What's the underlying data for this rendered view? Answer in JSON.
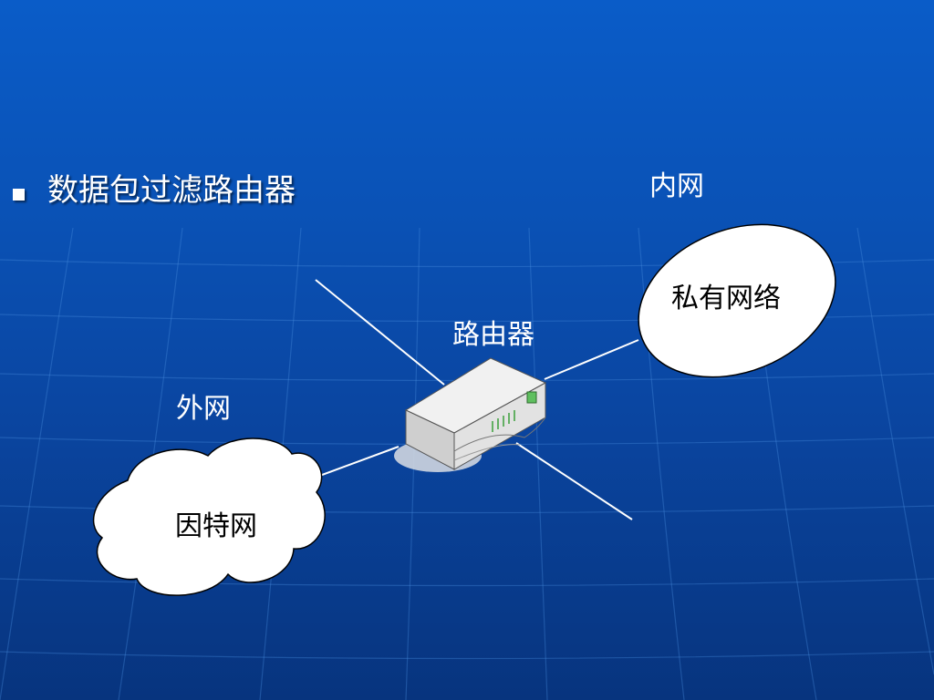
{
  "slide": {
    "bullet_text": "数据包过滤路由器"
  },
  "labels": {
    "inner_net": "内网",
    "outer_net": "外网",
    "router": "路由器",
    "private_network": "私有网络",
    "internet": "因特网"
  },
  "icons": {
    "bullet": "square-bullet-icon",
    "router": "router-icon",
    "cloud": "cloud-icon",
    "ellipse": "ellipse-icon"
  },
  "colors": {
    "background_top": "#0a5cc8",
    "background_bottom": "#07347e",
    "text": "#ffffff",
    "shape_fill": "#ffffff",
    "shape_text": "#000000"
  }
}
